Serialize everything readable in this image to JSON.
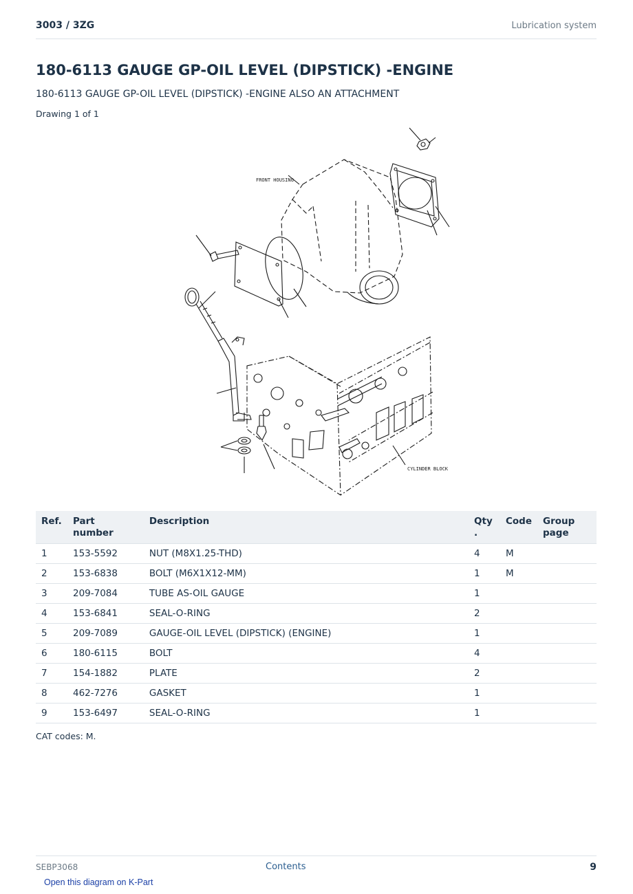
{
  "header": {
    "model": "3003  /  3ZG",
    "section": "Lubrication system"
  },
  "title": "180-6113 GAUGE GP-OIL LEVEL (DIPSTICK) -ENGINE",
  "subtitle": "180-6113 GAUGE GP-OIL LEVEL (DIPSTICK) -ENGINE ALSO AN ATTACHMENT",
  "drawing_label": "Drawing 1 of 1",
  "drawing": {
    "label_front": "FRONT HOUSING",
    "label_block": "CYLINDER BLOCK"
  },
  "table": {
    "headers": {
      "ref": "Ref.",
      "part": "Part number",
      "desc": "Description",
      "qty": "Qty\n.",
      "code": "Code",
      "group": "Group\npage"
    },
    "rows": [
      {
        "ref": "1",
        "part": "153-5592",
        "desc": "NUT (M8X1.25-THD)",
        "qty": "4",
        "code": "M",
        "group": ""
      },
      {
        "ref": "2",
        "part": "153-6838",
        "desc": "BOLT (M6X1X12-MM)",
        "qty": "1",
        "code": "M",
        "group": ""
      },
      {
        "ref": "3",
        "part": "209-7084",
        "desc": "TUBE AS-OIL GAUGE",
        "qty": "1",
        "code": "",
        "group": ""
      },
      {
        "ref": "4",
        "part": "153-6841",
        "desc": "SEAL-O-RING",
        "qty": "2",
        "code": "",
        "group": ""
      },
      {
        "ref": "5",
        "part": "209-7089",
        "desc": "GAUGE-OIL LEVEL (DIPSTICK) (ENGINE)",
        "qty": "1",
        "code": "",
        "group": ""
      },
      {
        "ref": "6",
        "part": "180-6115",
        "desc": "BOLT",
        "qty": "4",
        "code": "",
        "group": ""
      },
      {
        "ref": "7",
        "part": "154-1882",
        "desc": "PLATE",
        "qty": "2",
        "code": "",
        "group": ""
      },
      {
        "ref": "8",
        "part": "462-7276",
        "desc": "GASKET",
        "qty": "1",
        "code": "",
        "group": ""
      },
      {
        "ref": "9",
        "part": "153-6497",
        "desc": "SEAL-O-RING",
        "qty": "1",
        "code": "",
        "group": ""
      }
    ]
  },
  "notes": "CAT codes: M.",
  "footer": {
    "doc": "SEBP3068",
    "contents": "Contents",
    "page": "9"
  },
  "open_link": "Open this diagram on K-Part"
}
